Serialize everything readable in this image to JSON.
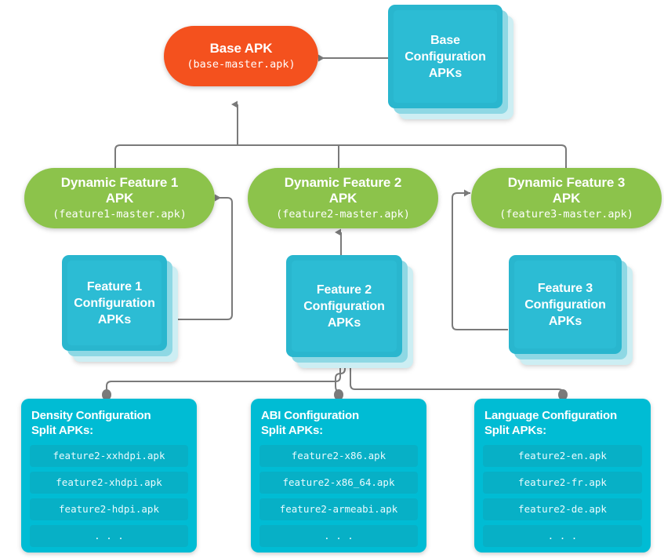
{
  "diagram": {
    "title": "Android App Bundle APK generation structure",
    "colors": {
      "base": "#f4511e",
      "feature": "#8cc34b",
      "config_card": "#29b6ce",
      "split_box": "#00bcd4",
      "split_row": "#07b0c6",
      "connector": "#7a7a7a",
      "background": "#ffffff"
    }
  },
  "base_apk": {
    "title": "Base APK",
    "file": "(base-master.apk)"
  },
  "base_config": {
    "label": "Base\nConfiguration\nAPKs",
    "line1": "Base",
    "line2": "Configuration",
    "line3": "APKs"
  },
  "features": [
    {
      "title": "Dynamic Feature 1",
      "subtitle": "APK",
      "file": "(feature1-master.apk)"
    },
    {
      "title": "Dynamic Feature 2",
      "subtitle": "APK",
      "file": "(feature2-master.apk)"
    },
    {
      "title": "Dynamic Feature 3",
      "subtitle": "APK",
      "file": "(feature3-master.apk)"
    }
  ],
  "feature_configs": [
    {
      "line1": "Feature 1",
      "line2": "Configuration",
      "line3": "APKs"
    },
    {
      "line1": "Feature 2",
      "line2": "Configuration",
      "line3": "APKs"
    },
    {
      "line1": "Feature 3",
      "line2": "Configuration",
      "line3": "APKs"
    }
  ],
  "split_boxes": [
    {
      "heading_line1": "Density Configuration",
      "heading_line2": "Split APKs:",
      "rows": [
        "feature2-xxhdpi.apk",
        "feature2-xhdpi.apk",
        "feature2-hdpi.apk",
        ". . ."
      ]
    },
    {
      "heading_line1": "ABI Configuration",
      "heading_line2": "Split APKs:",
      "rows": [
        "feature2-x86.apk",
        "feature2-x86_64.apk",
        "feature2-armeabi.apk",
        ". . ."
      ]
    },
    {
      "heading_line1": "Language Configuration",
      "heading_line2": "Split APKs:",
      "rows": [
        "feature2-en.apk",
        "feature2-fr.apk",
        "feature2-de.apk",
        ". . ."
      ]
    }
  ]
}
